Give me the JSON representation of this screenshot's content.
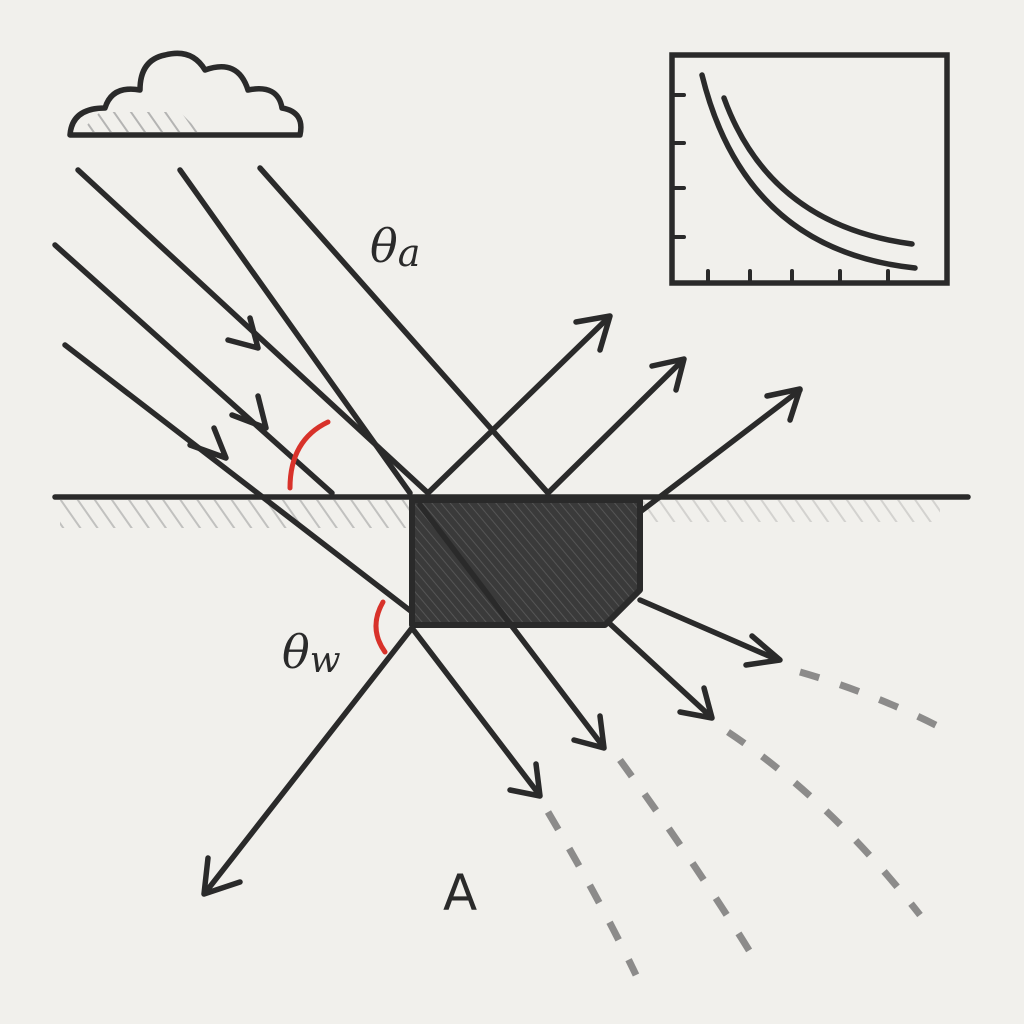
{
  "labels": {
    "theta_a": "θ",
    "theta_a_sub": "a",
    "theta_w": "θ",
    "theta_w_sub": "w",
    "point_a": "A"
  },
  "colors": {
    "ink": "#2a2a2a",
    "angle_arc": "#d8322a",
    "paper": "#f1f0ec",
    "block_fill": "#3a3a3a"
  },
  "icons": {
    "cloud": "cloud-icon"
  }
}
